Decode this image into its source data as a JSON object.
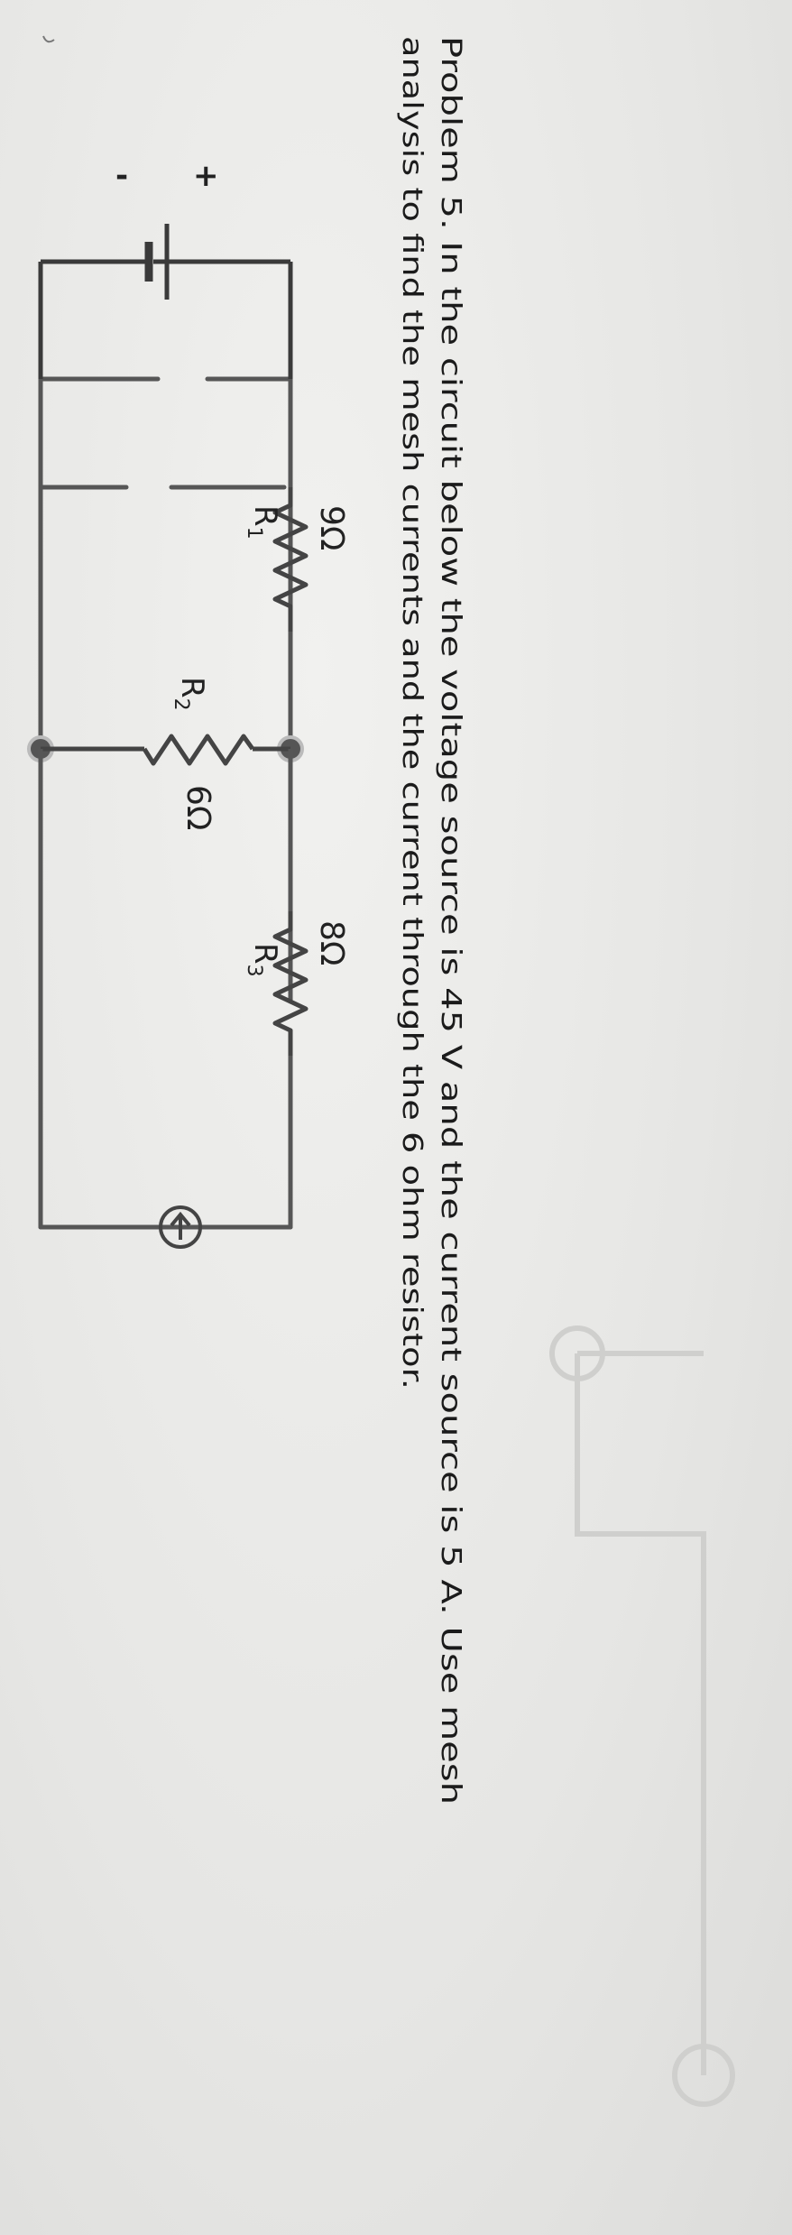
{
  "problem": {
    "line1": "Problem 5.  In the circuit below the voltage source is 45 V and the current source is 5 A.  Use mesh",
    "line2": "analysis to find the mesh currents and the current through the 6 ohm resistor."
  },
  "circuit": {
    "voltage_source": {
      "plus": "+",
      "minus": "-"
    },
    "r1": {
      "name": "R",
      "sub": "1",
      "value": "9Ω"
    },
    "r2": {
      "name": "R",
      "sub": "2",
      "value": "6Ω"
    },
    "r3": {
      "name": "R",
      "sub": "3",
      "value": "8Ω"
    }
  },
  "colors": {
    "wire": "#555555",
    "text": "#1b1b1b",
    "paper": "#e9e9e7"
  }
}
